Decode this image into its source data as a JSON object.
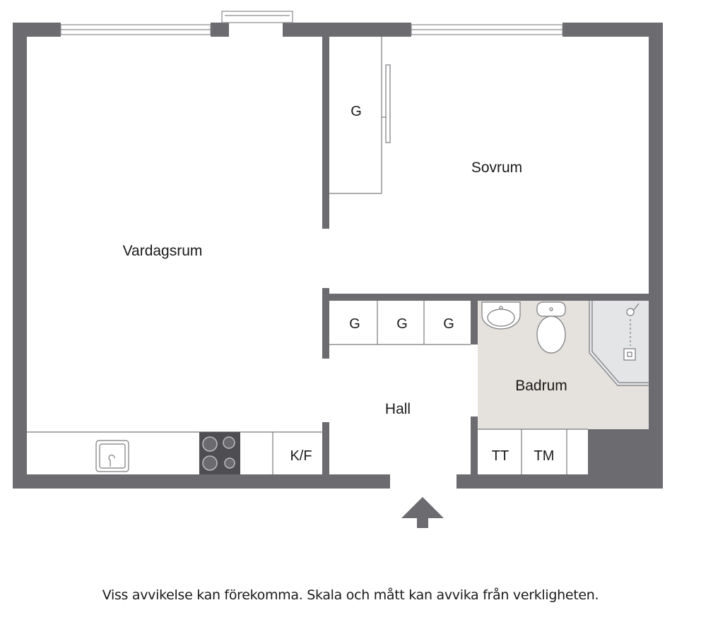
{
  "rooms": {
    "vardagsrum": "Vardagsrum",
    "sovrum": "Sovrum",
    "hall": "Hall",
    "badrum": "Badrum"
  },
  "storage": {
    "sovrum_wardrobe": "G",
    "hall_wardrobe_1": "G",
    "hall_wardrobe_2": "G",
    "hall_wardrobe_3": "G",
    "kitchen_fridge": "K/F",
    "tumble_dryer": "TT",
    "washing_machine": "TM"
  },
  "disclaimer": "Viss avvikelse kan förekomma. Skala och mått kan avvika från verkligheten.",
  "colors": {
    "wall": "#6b6b70",
    "bathroom_floor": "#e5e1dc",
    "shower_floor": "#e3e5e7",
    "stove": "#4e4e52"
  }
}
